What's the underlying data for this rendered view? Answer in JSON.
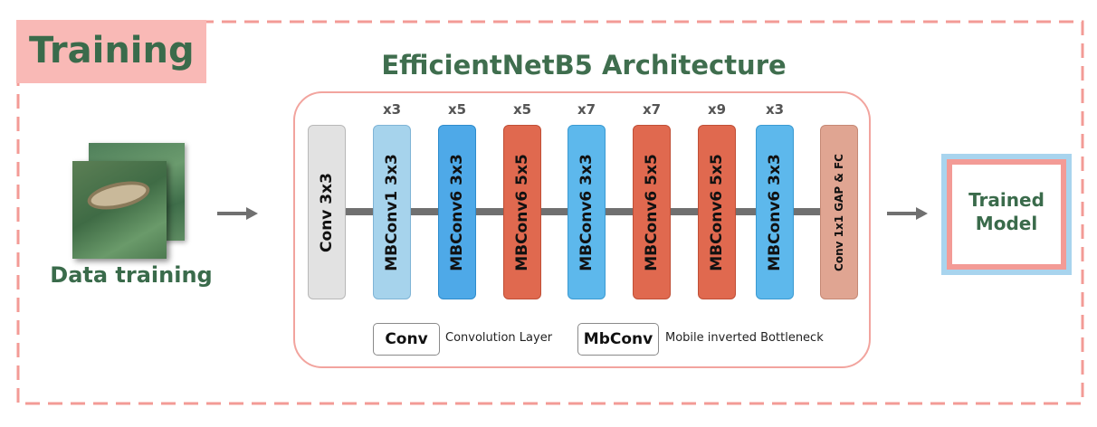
{
  "training": {
    "label": "Training"
  },
  "architecture": {
    "title": "EfficientNetB5 Architecture",
    "layers": [
      {
        "label": "Conv 3x3",
        "repeat": "",
        "color": "#e2e2e2",
        "border": "#b8b8b8"
      },
      {
        "label": "MBConv1 3x3",
        "repeat": "x3",
        "color": "#a6d3ec",
        "border": "#7fb4d6"
      },
      {
        "label": "MBConv6 3x3",
        "repeat": "x5",
        "color": "#4ea9e8",
        "border": "#2f8ccc"
      },
      {
        "label": "MBConv6 5x5",
        "repeat": "x5",
        "color": "#e0694f",
        "border": "#c04f36"
      },
      {
        "label": "MBConv6 3x3",
        "repeat": "x7",
        "color": "#5db8ec",
        "border": "#3b9ad2"
      },
      {
        "label": "MBConv6 5x5",
        "repeat": "x7",
        "color": "#e0694f",
        "border": "#c04f36"
      },
      {
        "label": "MBConv6 5x5",
        "repeat": "x9",
        "color": "#e0694f",
        "border": "#c04f36"
      },
      {
        "label": "MBConv6 3x3",
        "repeat": "x3",
        "color": "#5db8ec",
        "border": "#3b9ad2"
      },
      {
        "label": "Conv 1x1 GAP & FC",
        "repeat": "",
        "color": "#e0a592",
        "border": "#c58975"
      }
    ],
    "legend": [
      {
        "key": "Conv",
        "text": "Convolution Layer",
        "color": "#e2e2e2"
      },
      {
        "key": "MbConv",
        "text": "Mobile inverted Bottleneck",
        "color": "#a6d3ec"
      }
    ]
  },
  "input": {
    "label": "Data training",
    "image_icon": "leaf-image-icon"
  },
  "output": {
    "label_line1": "Trained",
    "label_line2": "Model"
  },
  "colors": {
    "frame_dash": "#f39b96",
    "badge": "#f9b9b6",
    "green_text": "#3a6b4b",
    "arrow": "#707070"
  }
}
